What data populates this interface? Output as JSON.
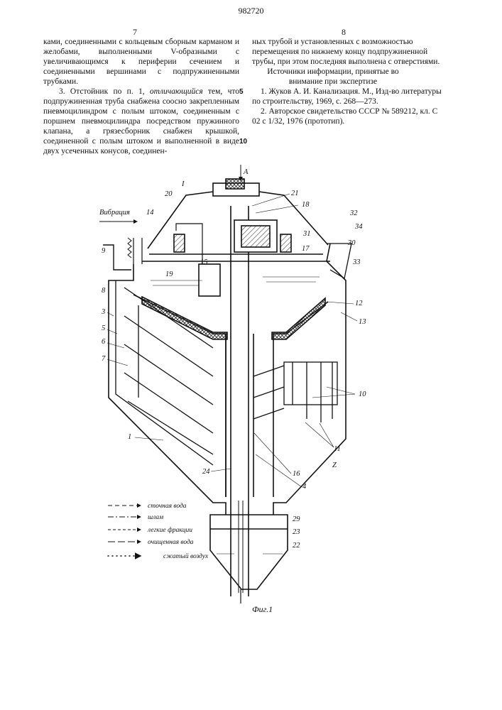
{
  "header": {
    "patent_number": "982720",
    "page_left": "7",
    "page_right": "8"
  },
  "left_column": {
    "para1": "ками, соединенными с кольцевым сборным карманом и желобами, выполненными V-образными с увеличивающимся к периферии сечением и соединенными вершинами с подпружиненными трубками.",
    "para2_start": "3. Отстойник по п. 1, ",
    "para2_emph": "отличающийся",
    "para2_rest": " тем, что подпружиненная труба снабжена соосно закрепленным пневмоцилиндром с полым штоком, соединенным с поршнем пневмоцилиндра посредством пружинного клапана, а грязесборник снабжен крышкой, соединенной с полым штоком и выполненной в виде двух усеченных конусов, соединен-"
  },
  "right_column": {
    "para1": "ных трубой и установленных с возможностью перемещения по нижнему концу подпружиненной трубы, при этом последняя выполнена с отверстиями.",
    "sources_title": "Источники информации, принятые во внимание при экспертизе",
    "ref1": "1. Жуков А. И. Канализация. М., Изд-во литературы по строительству, 1969, с. 268—273.",
    "ref2": "2. Авторское свидетельство СССР № 589212, кл. С 02 с 1/32, 1976 (прототип)."
  },
  "line_numbers": [
    "5",
    "10"
  ],
  "figure": {
    "caption": "Фиг.1",
    "arrow_label": "А",
    "section_label": "I",
    "detail_label": "Z",
    "vibration_label": "Вибрация",
    "part_labels": [
      "1",
      "3",
      "4",
      "5",
      "6",
      "7",
      "8",
      "9",
      "10",
      "11",
      "12",
      "13",
      "14",
      "15",
      "16",
      "17",
      "18",
      "19",
      "20",
      "21",
      "22",
      "23",
      "24",
      "29",
      "30",
      "31",
      "32",
      "33",
      "34"
    ],
    "legend": [
      {
        "style": "dash-arrow",
        "text": "сточная вода"
      },
      {
        "style": "dash-dot-arrow",
        "text": "шлам"
      },
      {
        "style": "dash-plus-arrow",
        "text": "легкие фракции"
      },
      {
        "style": "long-dash-arrow",
        "text": "очищенная вода"
      },
      {
        "style": "dots",
        "text": "сжатый воздух"
      }
    ]
  }
}
